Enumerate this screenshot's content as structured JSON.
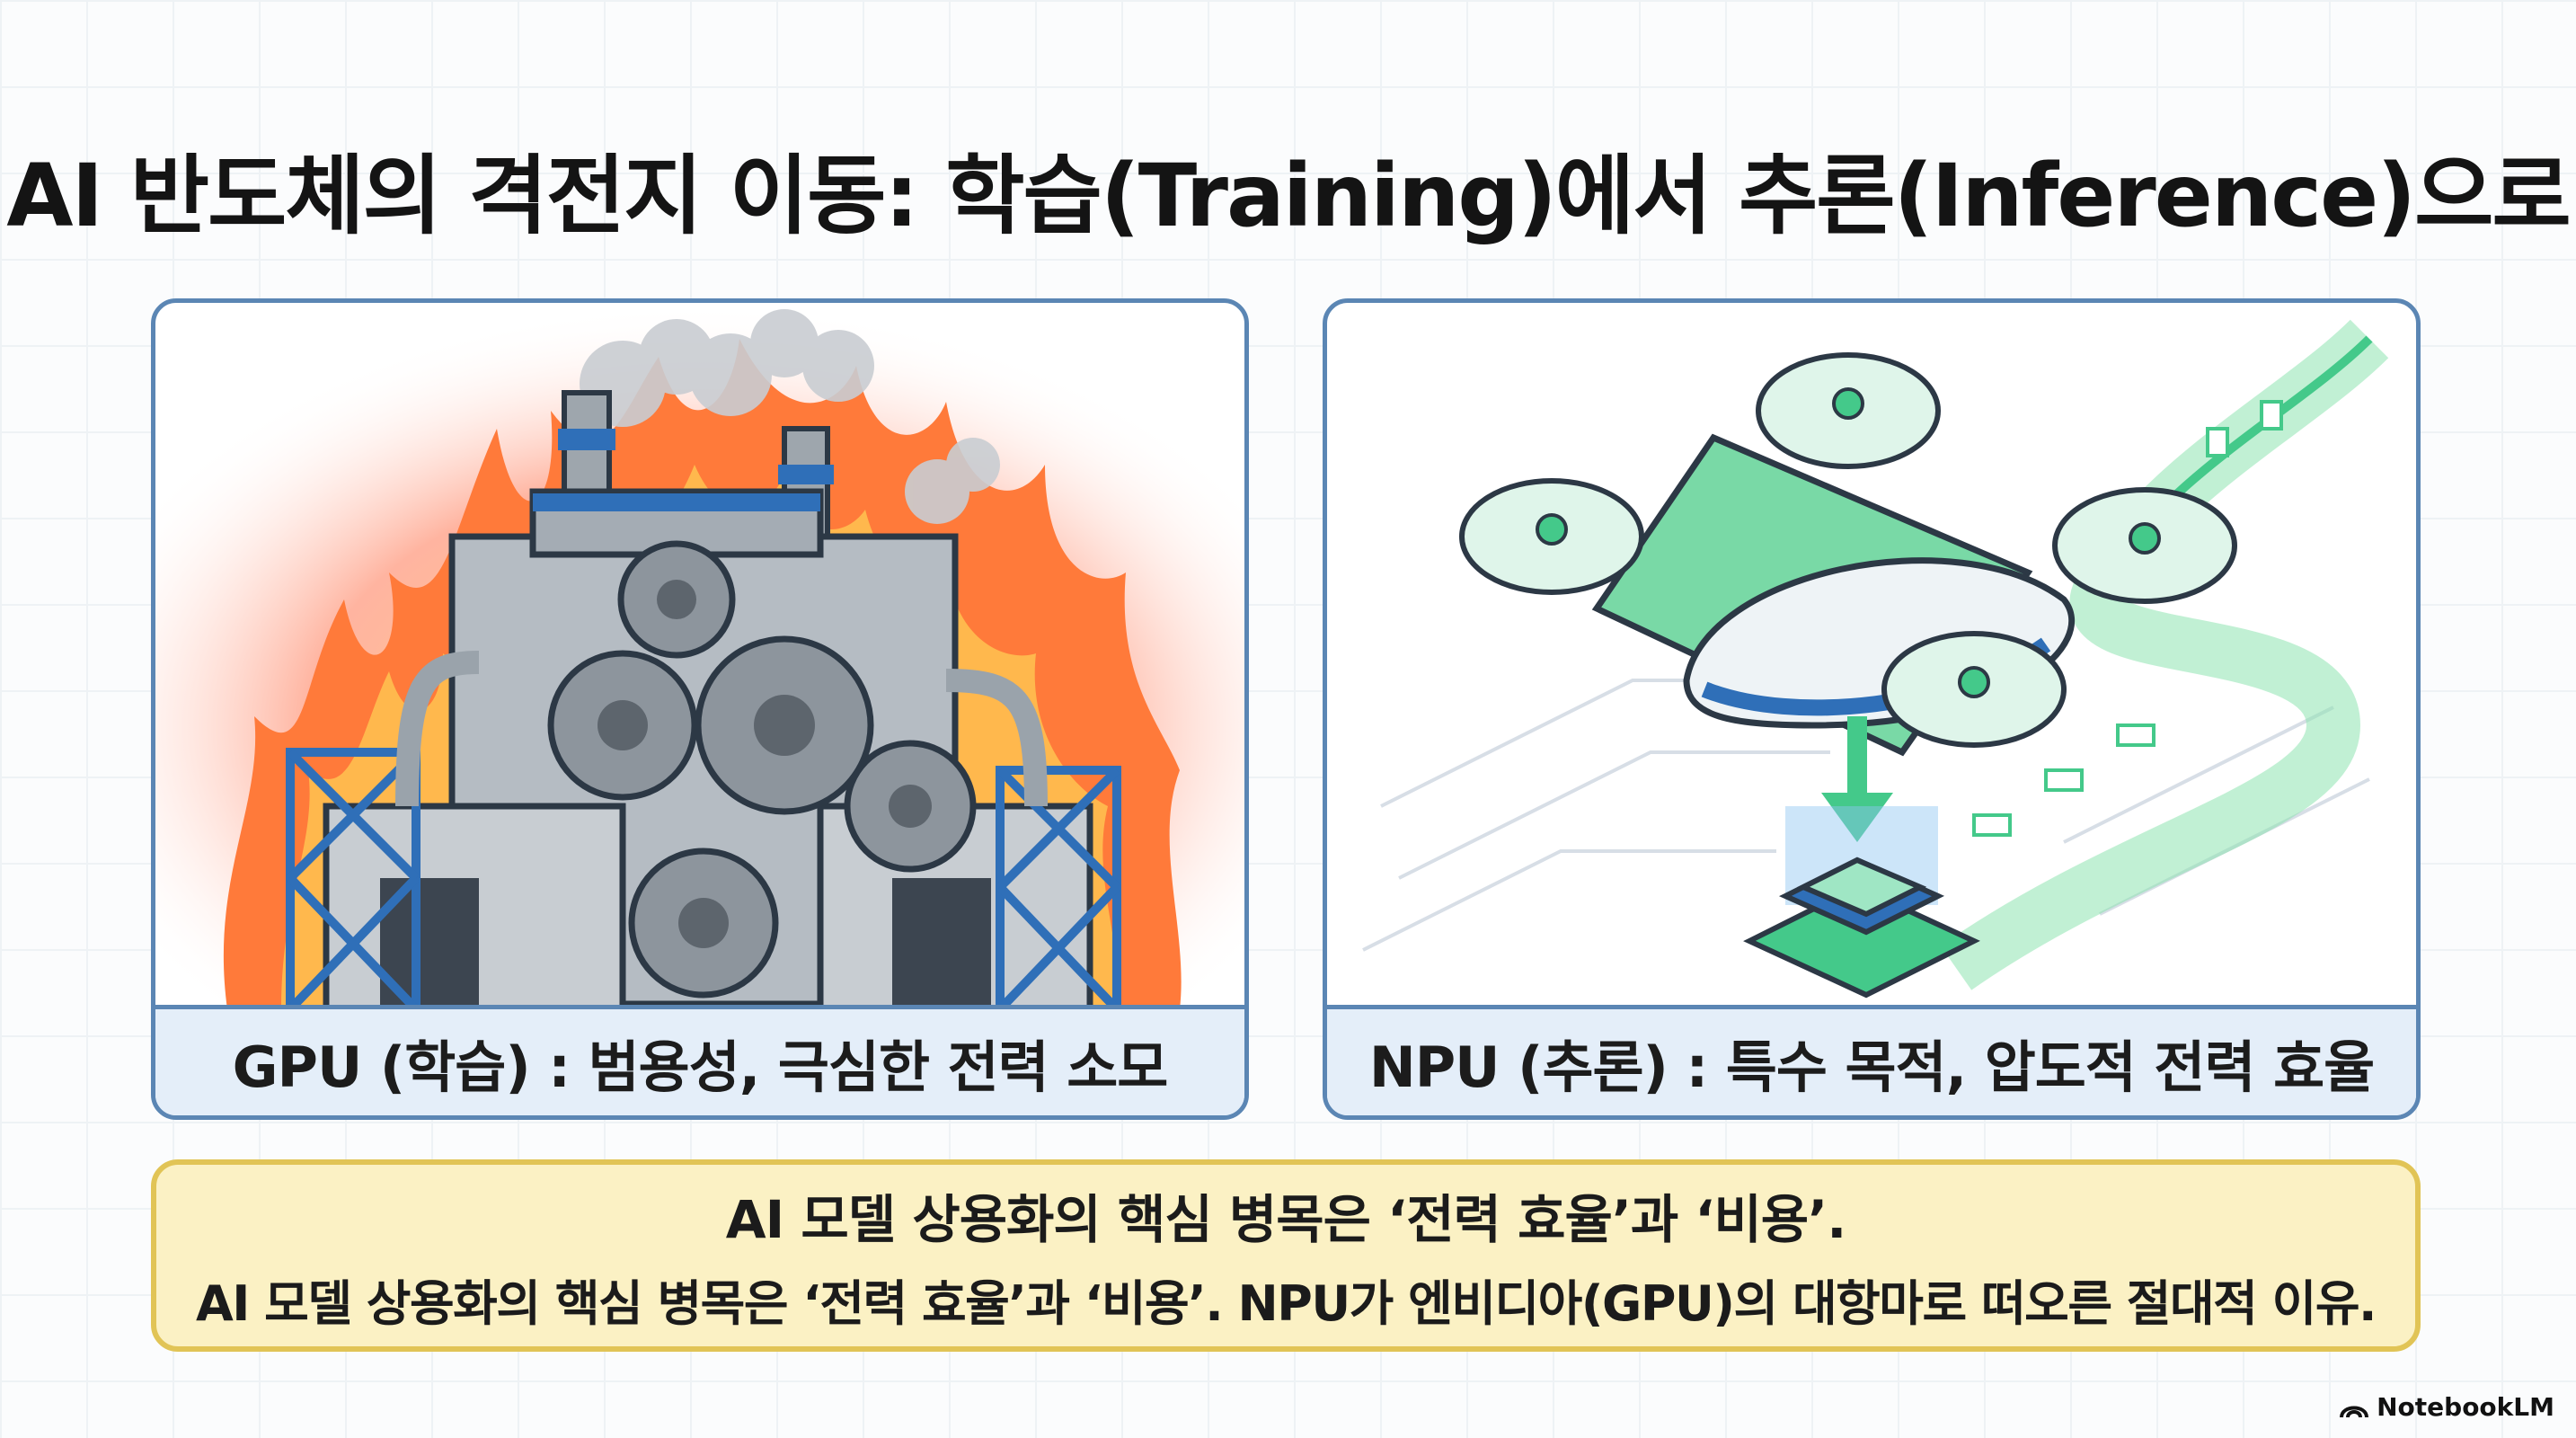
{
  "title": "AI 반도체의 격전지 이동: 학습(Training)에서 추론(Inference)으로",
  "panels": {
    "gpu": {
      "caption": "GPU (학습) : 범용성, 극심한 전력 소모",
      "icon": "factory-fire-icon",
      "accent": "#5b86b4"
    },
    "npu": {
      "caption": "NPU (추론) : 특수 목적, 압도적 전력 효율",
      "icon": "drone-chip-icon",
      "accent": "#5b86b4"
    }
  },
  "note": {
    "line1": "AI 모델 상용화의 핵심 병목은 ‘전력 효율’과 ‘비용’.",
    "line2": "AI 모델 상용화의 핵심 병목은 ‘전력 효율’과 ‘비용’. NPU가 엔비디아(GPU)의 대항마로 떠오른 절대적 이유.",
    "border_color": "#e1c456",
    "background": "#fbf1c4"
  },
  "watermark": {
    "label": "NotebookLM",
    "icon": "notebooklm-logo-icon"
  }
}
